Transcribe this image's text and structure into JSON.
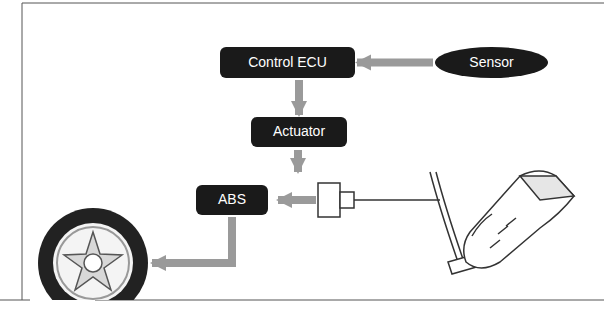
{
  "diagram": {
    "nodes": [
      {
        "text": [
          "Control ECU"
        ]
      },
      {
        "text": [
          "Sensor"
        ]
      },
      {
        "text": [
          "Actuator"
        ]
      },
      {
        "text": [
          "ABS"
        ]
      }
    ],
    "edges": [
      {
        "from": 1,
        "to": 0,
        "arrow": "to"
      },
      {
        "from": 0,
        "to": 2,
        "arrow": "to"
      }
    ]
  }
}
